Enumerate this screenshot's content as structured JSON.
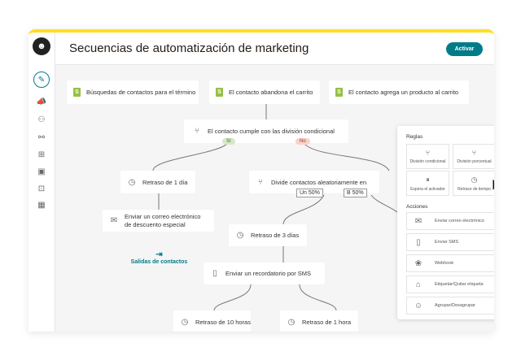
{
  "header": {
    "title": "Secuencias de automatización de marketing",
    "activate_label": "Activar"
  },
  "colors": {
    "accent": "#007c89",
    "top_bar": "#ffe01b",
    "shopify": "#95bf47"
  },
  "sidebar": {
    "icons": [
      "pencil-icon",
      "campaign-icon",
      "audience-icon",
      "automation-icon",
      "content-icon",
      "reports-icon",
      "integrations-icon",
      "grid-icon"
    ]
  },
  "triggers": [
    "Búsquedas de contactos para el término",
    "El contacto abandona el carrito",
    "El contacto agrega un producto al carrito"
  ],
  "condition": {
    "label": "El contacto cumple con las división condicional",
    "yes": "Sí",
    "no": "No"
  },
  "nodes": {
    "delay1": "Retraso de 1 día",
    "email": "Enviar un correo electrónico de descuento especial",
    "exit": "Salidas de contactos",
    "split": "Divide contactos aleatoriamente en",
    "split_a": "Un 50%",
    "split_b": "B 50%",
    "delay3": "Retraso de 3 días",
    "sms": "Enviar un recordatorio por SMS",
    "delay10h": "Retraso de 10 horas",
    "delay1h": "Retraso de 1 hora"
  },
  "panel": {
    "rules_title": "Reglas",
    "rules": [
      "División condicional",
      "División porcentual",
      "Espera el activador",
      "Retraso de tiempo"
    ],
    "actions_title": "Acciones",
    "actions": [
      "Enviar correo electrónico",
      "Enviar SMS",
      "Webhook",
      "Etiquetar/Quitar etiqueta",
      "Agrupar/Desagrupar"
    ]
  }
}
